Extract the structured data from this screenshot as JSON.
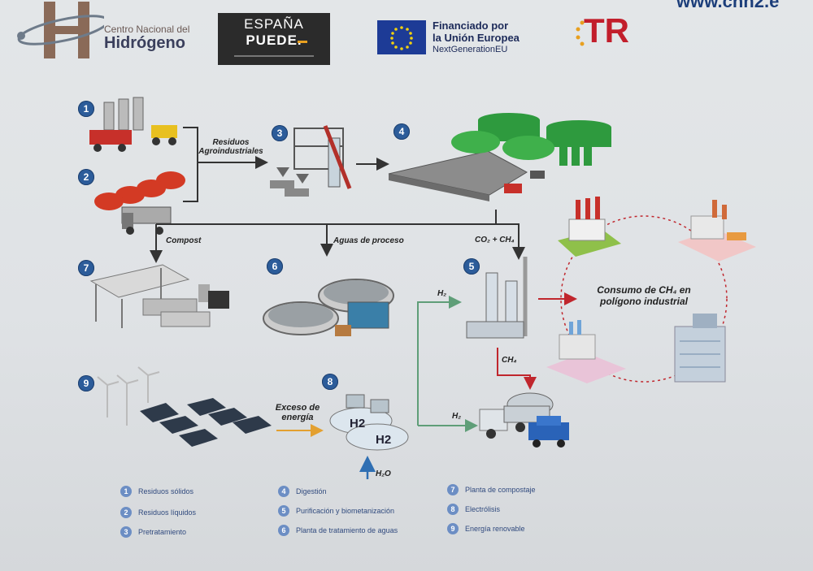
{
  "header": {
    "cnh_line1": "Centro Nacional del",
    "cnh_line2": "Hidrógeno",
    "espana_line1": "ESPAÑA",
    "espana_line2": "PUEDE.",
    "eu_line1": "Financiado por",
    "eu_line2": "la Unión Europea",
    "eu_line3": "NextGenerationEU",
    "tr_logo": "TR",
    "url_fragment": "www.cnh2.e"
  },
  "steps": [
    {
      "num": "1",
      "label": "Residuos sólidos"
    },
    {
      "num": "2",
      "label": "Residuos líquidos"
    },
    {
      "num": "3",
      "label": "Pretratamiento"
    },
    {
      "num": "4",
      "label": "Digestión"
    },
    {
      "num": "5",
      "label": "Purificación y biometanización"
    },
    {
      "num": "6",
      "label": "Planta de tratamiento de aguas"
    },
    {
      "num": "7",
      "label": "Planta de compostaje"
    },
    {
      "num": "8",
      "label": "Electrólisis"
    },
    {
      "num": "9",
      "label": "Energía renovable"
    }
  ],
  "flows": {
    "residuos_1": "Residuos",
    "residuos_2": "Agroindustriales",
    "compost": "Compost",
    "aguas": "Aguas de proceso",
    "co2_ch4": "CO₂ + CH₄",
    "h2_top": "H₂",
    "ch4": "CH₄",
    "h2_bottom": "H₂",
    "exceso_1": "Exceso de",
    "exceso_2": "energía",
    "h2o": "H₂O",
    "consumo_1": "Consumo de CH₄ en",
    "consumo_2": "polígono industrial",
    "tank_label_a": "H2",
    "tank_label_b": "H2"
  },
  "colors": {
    "step_badge": "#2c5c9a",
    "green_arrow": "#5f9e78",
    "red_arrow": "#c0262d",
    "orange_arrow": "#e3a030",
    "blue_arrow": "#2f6fb3",
    "digester_green": "#2e9a3e",
    "tanker_red": "#d33a24"
  }
}
